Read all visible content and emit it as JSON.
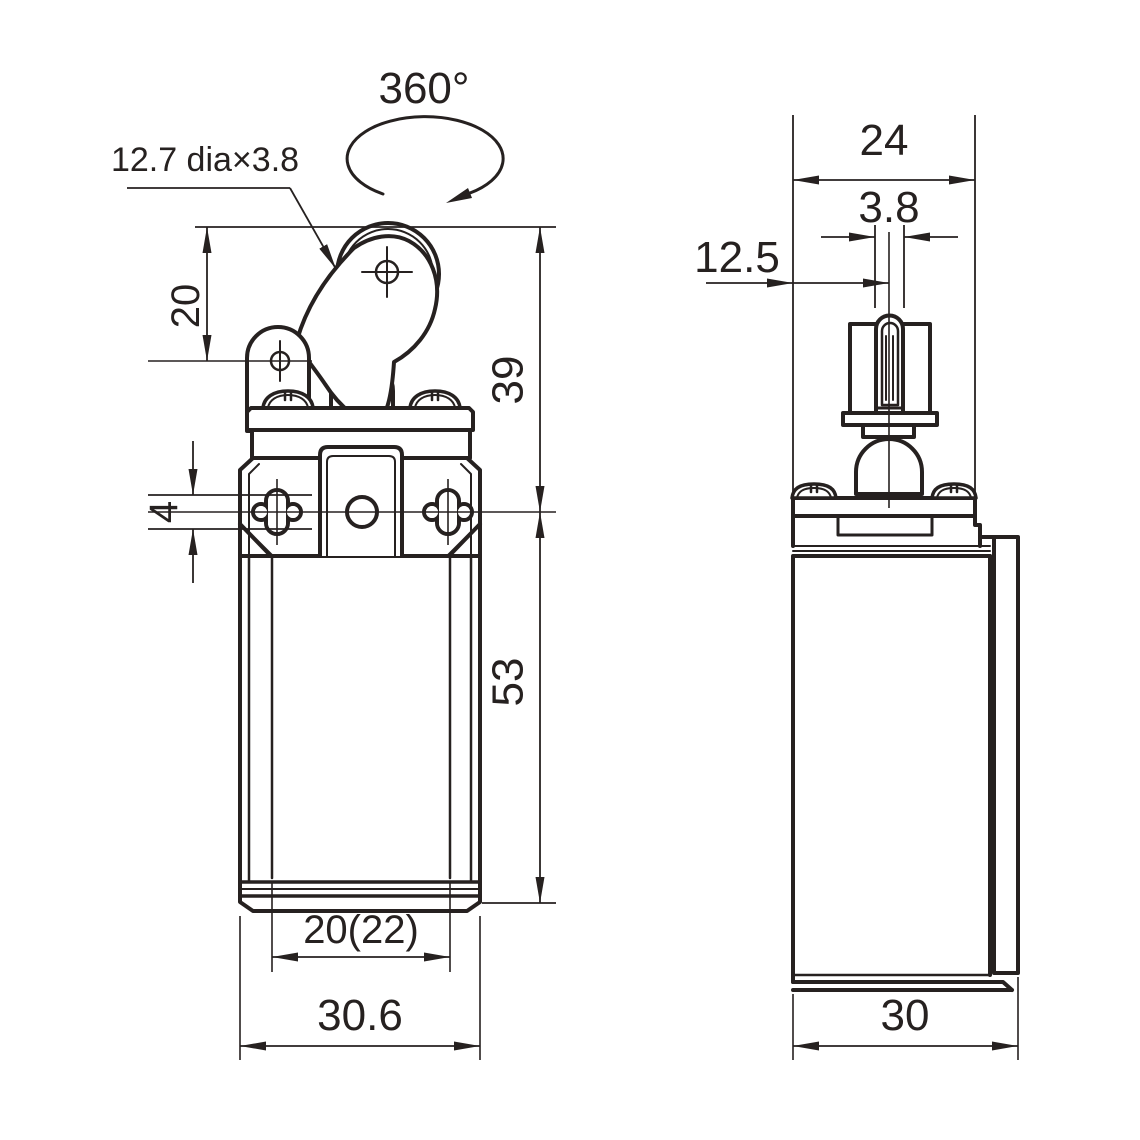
{
  "meta": {
    "kind": "technical dimension drawing",
    "subject": "roller-lever limit switch, front and side views"
  },
  "colors": {
    "ink": "#262120",
    "paper": "#ffffff"
  },
  "front": {
    "dims": {
      "rotation": "360°",
      "roller_note": "12.7 dia×3.8",
      "lever_height": "20",
      "head_height": "39",
      "slot_width": "4",
      "body_height": "53",
      "mount_spacing": "20(22)",
      "overall_width": "30.6"
    }
  },
  "side": {
    "dims": {
      "head_width": "24",
      "roller_thickness": "3.8",
      "roller_offset": "12.5",
      "body_depth": "30"
    }
  }
}
